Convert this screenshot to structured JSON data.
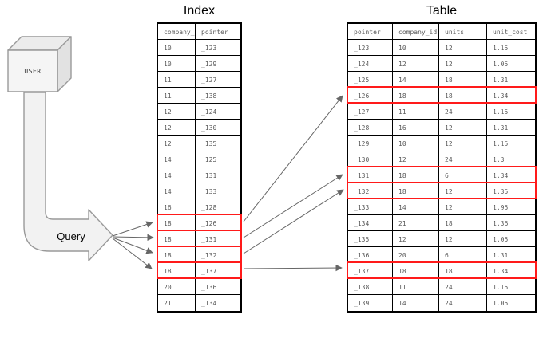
{
  "diagram": {
    "user_label": "USER",
    "query_label": "Query"
  },
  "colors": {
    "highlight": "#ff1a1a",
    "table_border": "#000000",
    "cell_text": "#595959",
    "connector": "#666666",
    "shape_fill": "#f5f5f5",
    "shape_stroke": "#999999"
  },
  "index_table": {
    "title": "Index",
    "headers": [
      "company_id",
      "pointer"
    ],
    "rows": [
      [
        "10",
        "_123"
      ],
      [
        "10",
        "_129"
      ],
      [
        "11",
        "_127"
      ],
      [
        "11",
        "_138"
      ],
      [
        "12",
        "_124"
      ],
      [
        "12",
        "_130"
      ],
      [
        "12",
        "_135"
      ],
      [
        "14",
        "_125"
      ],
      [
        "14",
        "_131"
      ],
      [
        "14",
        "_133"
      ],
      [
        "16",
        "_128"
      ],
      [
        "18",
        "_126"
      ],
      [
        "18",
        "_131"
      ],
      [
        "18",
        "_132"
      ],
      [
        "18",
        "_137"
      ],
      [
        "20",
        "_136"
      ],
      [
        "21",
        "_134"
      ]
    ],
    "highlighted_row_indices": [
      11,
      12,
      13,
      14
    ]
  },
  "main_table": {
    "title": "Table",
    "headers": [
      "pointer",
      "company_id",
      "units",
      "unit_cost"
    ],
    "rows": [
      [
        "_123",
        "10",
        "12",
        "1.15"
      ],
      [
        "_124",
        "12",
        "12",
        "1.05"
      ],
      [
        "_125",
        "14",
        "18",
        "1.31"
      ],
      [
        "_126",
        "18",
        "18",
        "1.34"
      ],
      [
        "_127",
        "11",
        "24",
        "1.15"
      ],
      [
        "_128",
        "16",
        "12",
        "1.31"
      ],
      [
        "_129",
        "10",
        "12",
        "1.15"
      ],
      [
        "_130",
        "12",
        "24",
        "1.3"
      ],
      [
        "_131",
        "18",
        "6",
        "1.34"
      ],
      [
        "_132",
        "18",
        "12",
        "1.35"
      ],
      [
        "_133",
        "14",
        "12",
        "1.95"
      ],
      [
        "_134",
        "21",
        "18",
        "1.36"
      ],
      [
        "_135",
        "12",
        "12",
        "1.05"
      ],
      [
        "_136",
        "20",
        "6",
        "1.31"
      ],
      [
        "_137",
        "18",
        "18",
        "1.34"
      ],
      [
        "_138",
        "11",
        "24",
        "1.15"
      ],
      [
        "_139",
        "14",
        "24",
        "1.05"
      ]
    ],
    "highlighted_row_indices": [
      3,
      8,
      9,
      14
    ]
  },
  "connections": {
    "query_to_index_pointers": [
      "_126",
      "_131",
      "_132",
      "_137"
    ],
    "index_to_table_pointers": [
      "_126",
      "_131",
      "_132",
      "_137"
    ]
  }
}
